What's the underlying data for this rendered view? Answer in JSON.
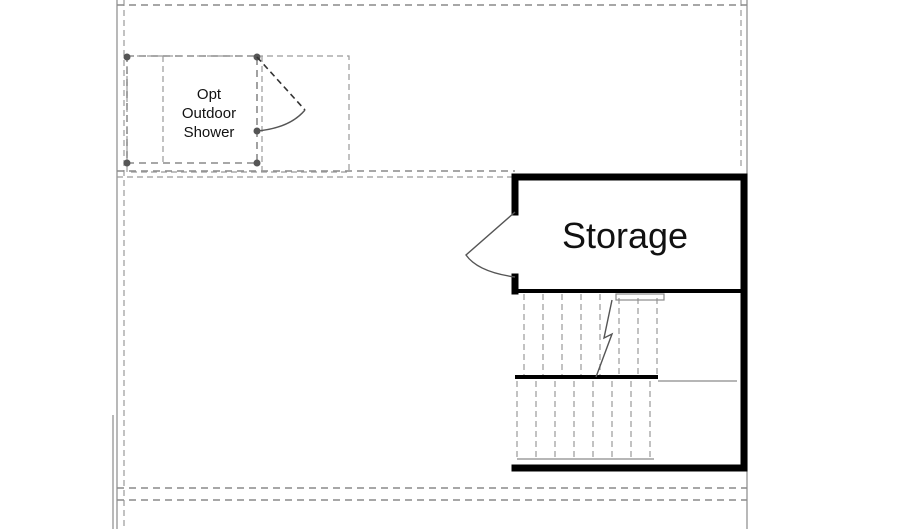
{
  "rooms": {
    "shower": {
      "lines": [
        "Opt",
        "Outdoor",
        "Shower"
      ]
    },
    "storage": {
      "label": "Storage"
    }
  }
}
